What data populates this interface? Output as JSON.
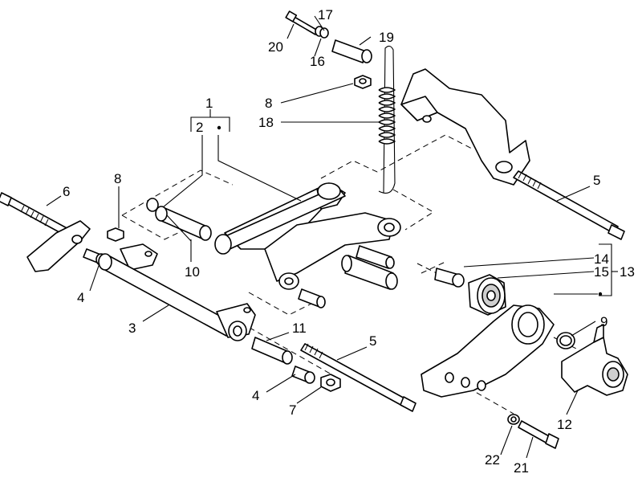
{
  "diagram": {
    "colors": {
      "line": "#000000",
      "fill": "#ffffff",
      "shade": "#cfcfcf"
    },
    "callouts": {
      "c1": "1",
      "c2": "2",
      "c3": "3",
      "c4a": "4",
      "c4b": "4",
      "c5a": "5",
      "c5b": "5",
      "c6": "6",
      "c7": "7",
      "c8a": "8",
      "c8b": "8",
      "c9": "9",
      "c10": "10",
      "c11": "11",
      "c12": "12",
      "c13": "13",
      "c14": "14",
      "c15": "15",
      "c16": "16",
      "c17": "17",
      "c18": "18",
      "c19": "19",
      "c20": "20",
      "c21": "21",
      "c22": "22"
    }
  }
}
